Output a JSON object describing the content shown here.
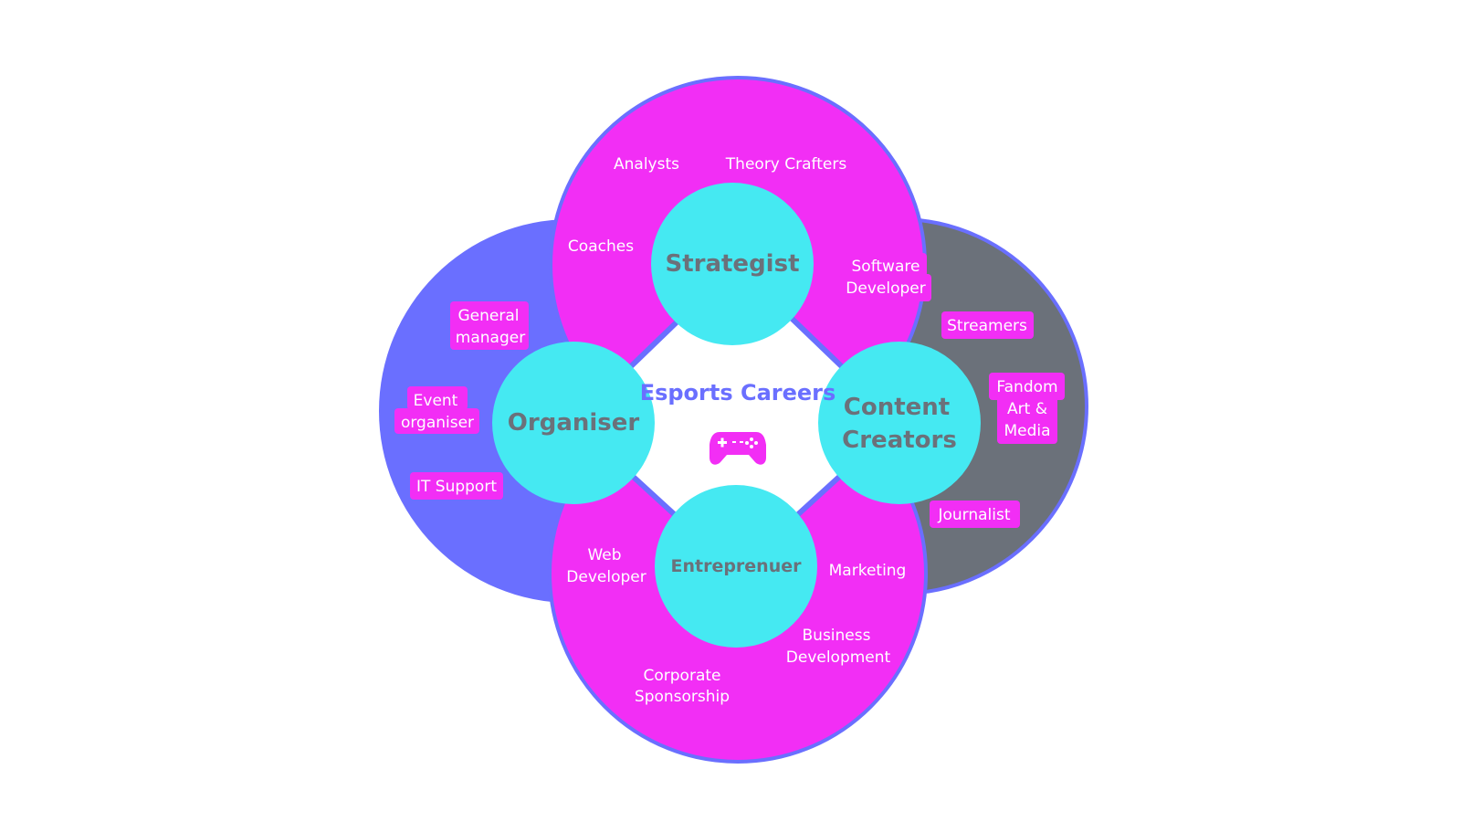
{
  "title": "Esports Careers",
  "center_icon": "gamepad-icon",
  "colors": {
    "magenta": "#f22ef5",
    "blue": "#6a6fff",
    "gray": "#6b717a",
    "cyan": "#45e9f2",
    "outline": "#6a6fff"
  },
  "hubs": {
    "strategist": "Strategist",
    "organiser": "Organiser",
    "content_line1": "Content",
    "content_line2": "Creators",
    "entrepreneur": "Entreprenuer"
  },
  "strategist_roles": {
    "analysts": "Analysts",
    "theory_crafters": "Theory Crafters",
    "coaches": "Coaches"
  },
  "organiser_roles": {
    "general_manager_1": "General",
    "general_manager_2": "manager",
    "event_organiser_1": "Event",
    "event_organiser_2": "organiser",
    "it_support": "IT Support"
  },
  "content_roles": {
    "software_developer_1": "Software",
    "software_developer_2": "Developer",
    "streamers": "Streamers",
    "fandom_1": "Fandom",
    "fandom_2": "Art &",
    "fandom_3": "Media",
    "journalist": "Journalist"
  },
  "entrepreneur_roles": {
    "web_developer_1": "Web",
    "web_developer_2": "Developer",
    "marketing": "Marketing",
    "business_development_1": "Business",
    "business_development_2": "Development",
    "corporate_sponsorship_1": "Corporate",
    "corporate_sponsorship_2": "Sponsorship"
  }
}
